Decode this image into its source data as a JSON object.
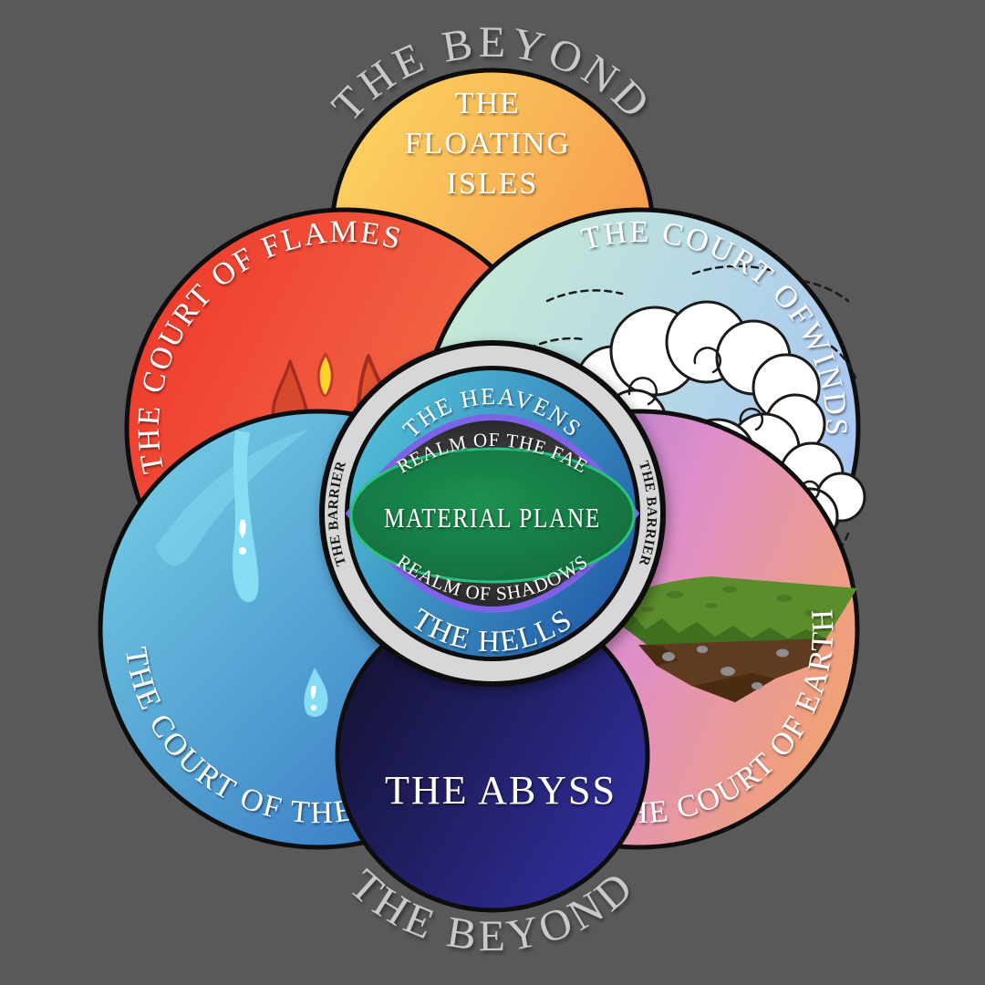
{
  "colors": {
    "background": "#59595b",
    "outline": "#0d0d0d",
    "beyond_text": "#c9c9cb",
    "label_text": "#ffffff",
    "isles_gradient": [
      "#fcd360",
      "#f5924b"
    ],
    "flames_gradient": [
      "#ee3a2c",
      "#f47c52"
    ],
    "winds_gradient": [
      "#c6ebd6",
      "#a6c3f4"
    ],
    "sea_gradient": [
      "#79d4e6",
      "#2d6cc0"
    ],
    "earth_gradient": [
      "#9670d8",
      "#df8fc8",
      "#f3a36c"
    ],
    "abyss_gradient": [
      "#131232",
      "#322fa0"
    ],
    "barrier_ring": "#d7d7d9",
    "heavens_gradient": [
      "#55c4da",
      "#2057a6"
    ],
    "lens_dark": "#2b2b2e",
    "material_green": "#157a45",
    "material_green_edge": "#2cc27d"
  },
  "outer_labels": {
    "beyond_top": "THE BEYOND",
    "beyond_bottom": "THE BEYOND"
  },
  "planes": {
    "floating_isles": {
      "line1": "THE",
      "line2": "FLOATING",
      "line3": "ISLES"
    },
    "court_of_flames": {
      "label": "THE COURT OF FLAMES"
    },
    "court_of_winds": {
      "label": "THE COURT OFWINDS"
    },
    "court_of_the_sea": {
      "label": "THE COURT OF THE SEA"
    },
    "court_of_earth": {
      "label": "THE COURT OF EARTH"
    },
    "abyss": {
      "label": "THE ABYSS"
    }
  },
  "center_plane": {
    "heavens": "THE HEAVENS",
    "hells": "THE HELLS",
    "realm_of_fae": "REALM OF THE FAE",
    "realm_of_shadows": "REALM OF SHADOWS",
    "material_plane": "MATERIAL PLANE",
    "barrier": "THE BARRIER"
  }
}
